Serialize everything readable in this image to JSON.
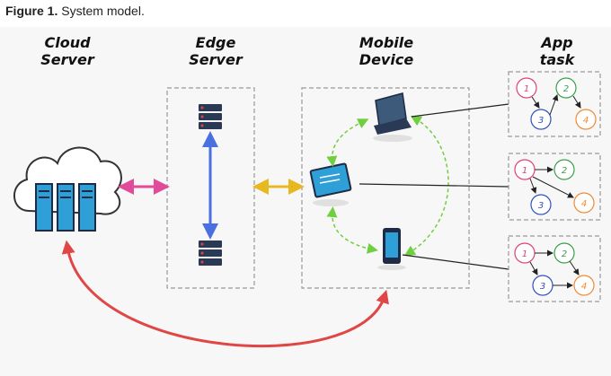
{
  "caption": {
    "label": "Figure 1.",
    "text": "System model."
  },
  "columns": {
    "cloud": {
      "line1": "Cloud",
      "line2": "Server"
    },
    "edge": {
      "line1": "Edge",
      "line2": "Server"
    },
    "mobile": {
      "line1": "Mobile",
      "line2": "Device"
    },
    "app": {
      "line1": "App",
      "line2": "task"
    }
  },
  "task_graphs": [
    {
      "nodes": [
        "1",
        "2",
        "3",
        "4"
      ]
    },
    {
      "nodes": [
        "1",
        "2",
        "3",
        "4"
      ]
    },
    {
      "nodes": [
        "1",
        "2",
        "3",
        "4"
      ]
    }
  ],
  "colors": {
    "cloud_edge_arrow": "#e24a9a",
    "edge_internal_arrow": "#4a6fe0",
    "edge_mobile_arrow": "#e8b820",
    "cloud_mobile_arrow": "#e04646",
    "device_arrows": "#6fcf3f",
    "node1": "#e0407a",
    "node2": "#3aa04a",
    "node3": "#3050c0",
    "node4": "#f08a30"
  }
}
